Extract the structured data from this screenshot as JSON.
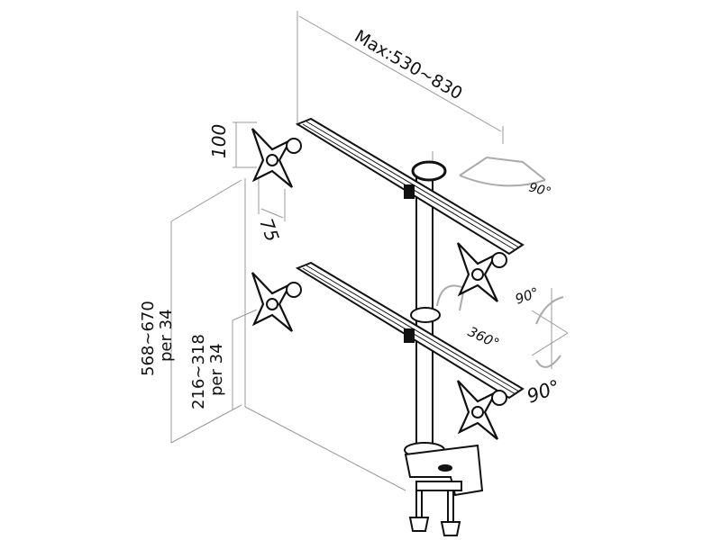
{
  "dimensions": {
    "arm_length": "Max:530~830",
    "vesa_height": "100",
    "vesa_width": "75",
    "pole_height_line1": "568~670",
    "pole_height_line2": "per 34",
    "lower_height_line1": "216~318",
    "lower_height_line2": "per 34"
  },
  "rotations": {
    "top_swivel": "90°",
    "tilt": "90°",
    "pivot": "360°",
    "lower_rotation": "90°"
  }
}
